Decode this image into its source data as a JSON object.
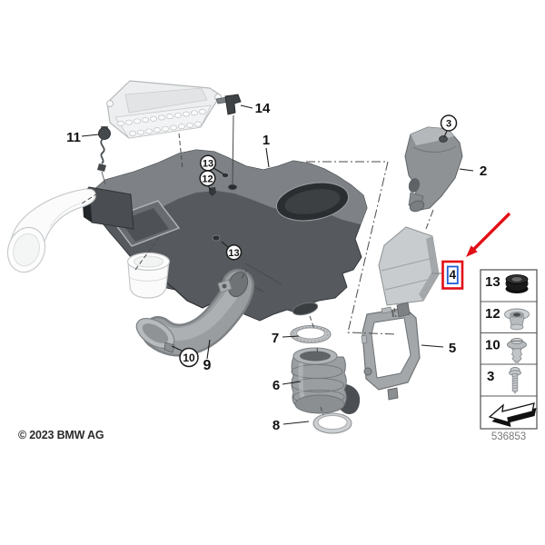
{
  "diagram": {
    "copyright": "© 2023 BMW AG",
    "code": "536853",
    "callouts": {
      "1": "1",
      "2": "2",
      "3": "3",
      "4": "4",
      "5": "5",
      "6": "6",
      "7": "7",
      "8": "8",
      "9": "9",
      "10": "10",
      "11": "11",
      "12": "12",
      "13": "13",
      "14": "14"
    },
    "highlight": {
      "label": "4",
      "box_color": "#e10f17",
      "inner_box_color": "#1f5fd6",
      "arrow_color": "#e10f17"
    },
    "legend": {
      "rows": [
        {
          "label": "13",
          "icon": "grommet-icon"
        },
        {
          "label": "12",
          "icon": "funnel-grommet-icon"
        },
        {
          "label": "10",
          "icon": "expanding-rivet-icon"
        },
        {
          "label": "3",
          "icon": "screw-icon"
        },
        {
          "label": "",
          "icon": "direction-arrow-icon"
        }
      ]
    },
    "palette": {
      "housing_dark": "#565a5e",
      "part_light": "#c9ccce",
      "outline_white": "#fbfbfc"
    }
  }
}
